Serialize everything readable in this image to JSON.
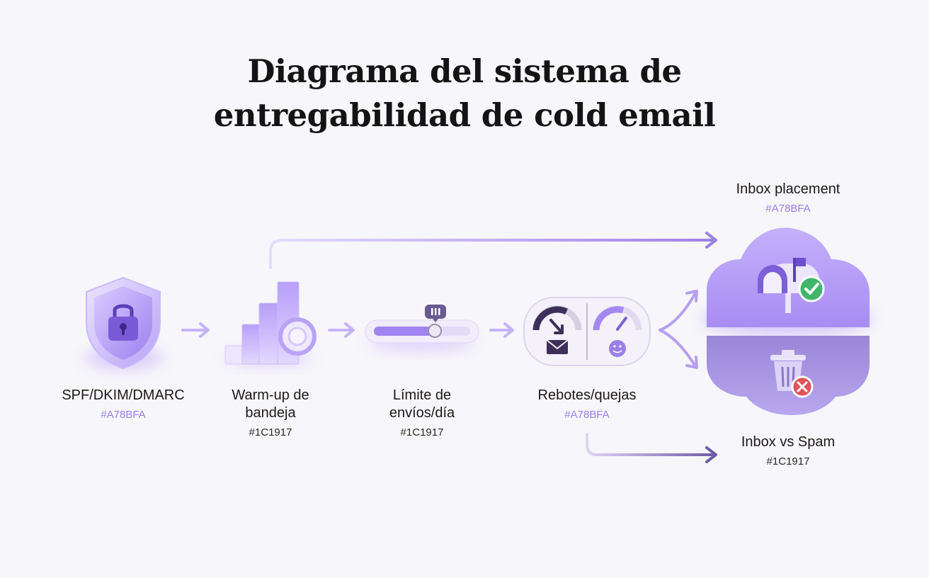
{
  "title": {
    "line1": "Diagrama del sistema de",
    "line2": "entregabilidad de cold email"
  },
  "nodes": [
    {
      "name": "SPF/DKIM/DMARC",
      "color": "#A78BFA",
      "icon": "shield-lock-icon"
    },
    {
      "name_line1": "Warm-up de",
      "name_line2": "bandeja",
      "color": "#1C1917",
      "icon": "bar-chart-growth-icon"
    },
    {
      "name_line1": "Límite de",
      "name_line2": "envíos/día",
      "color": "#1C1917",
      "icon": "slider-limit-icon"
    },
    {
      "name": "Rebotes/quejas",
      "color": "#A78BFA",
      "icon": "gauges-icon"
    }
  ],
  "outcomes": {
    "inbox": {
      "name": "Inbox placement",
      "color": "#A78BFA",
      "icon": "mailbox-check-icon"
    },
    "spam": {
      "name": "Inbox vs Spam",
      "color": "#1C1917",
      "icon": "trash-x-icon"
    }
  }
}
